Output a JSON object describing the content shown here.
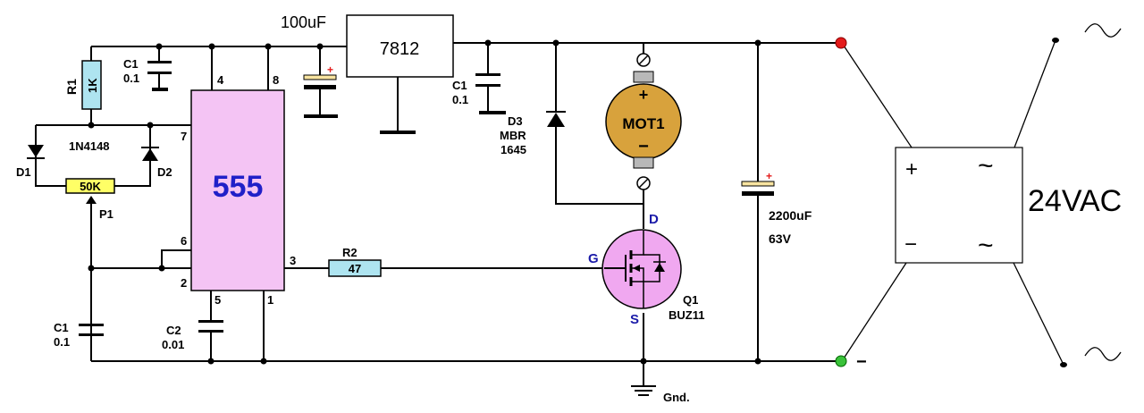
{
  "regulator": {
    "label": "7812",
    "input_cap": "100uF"
  },
  "ic": {
    "label": "555",
    "pins": {
      "p4": "4",
      "p8": "8",
      "p7": "7",
      "p6": "6",
      "p2": "2",
      "p3": "3",
      "p5": "5",
      "p1": "1"
    }
  },
  "resistors": {
    "r1": {
      "name": "R1",
      "value": "1K"
    },
    "r2": {
      "name": "R2",
      "value": "47"
    }
  },
  "pot": {
    "name": "P1",
    "value": "50K"
  },
  "diodes": {
    "d1": "D1",
    "d2": "D2",
    "d_type": "1N4148",
    "d3": {
      "name": "D3",
      "line1": "MBR",
      "line2": "1645"
    }
  },
  "caps": {
    "c1_top": {
      "name": "C1",
      "value": "0.1"
    },
    "c1_reg": {
      "name": "C1",
      "value": "0.1"
    },
    "c1_bottom": {
      "name": "C1",
      "value": "0.1"
    },
    "c2": {
      "name": "C2",
      "value": "0.01"
    },
    "c_big": {
      "value": "2200uF",
      "voltage": "63V"
    }
  },
  "motor": {
    "label": "MOT1",
    "plus": "+",
    "minus": "−"
  },
  "mosfet": {
    "name": "Q1",
    "part": "BUZ11",
    "gate": "G",
    "drain": "D",
    "source": "S"
  },
  "ground": {
    "label": "Gnd."
  },
  "bridge": {
    "plus": "+",
    "minus": "−",
    "ac1": "~",
    "ac2": "~",
    "supply": "24VAC",
    "neg_terminal": "−"
  },
  "colors": {
    "ic_fill": "#f4c4f4",
    "ic_text": "#2020c8",
    "resistor_fill": "#aee4f0",
    "pot_fill": "#ffff66",
    "motor_fill": "#d8a23c",
    "mosfet_fill": "#f0a8f0",
    "terminal_red": "#e41b1b",
    "terminal_green": "#3ac23a",
    "cap_fill": "#f8e4a0",
    "mosfet_label": "#1a1aa8"
  }
}
